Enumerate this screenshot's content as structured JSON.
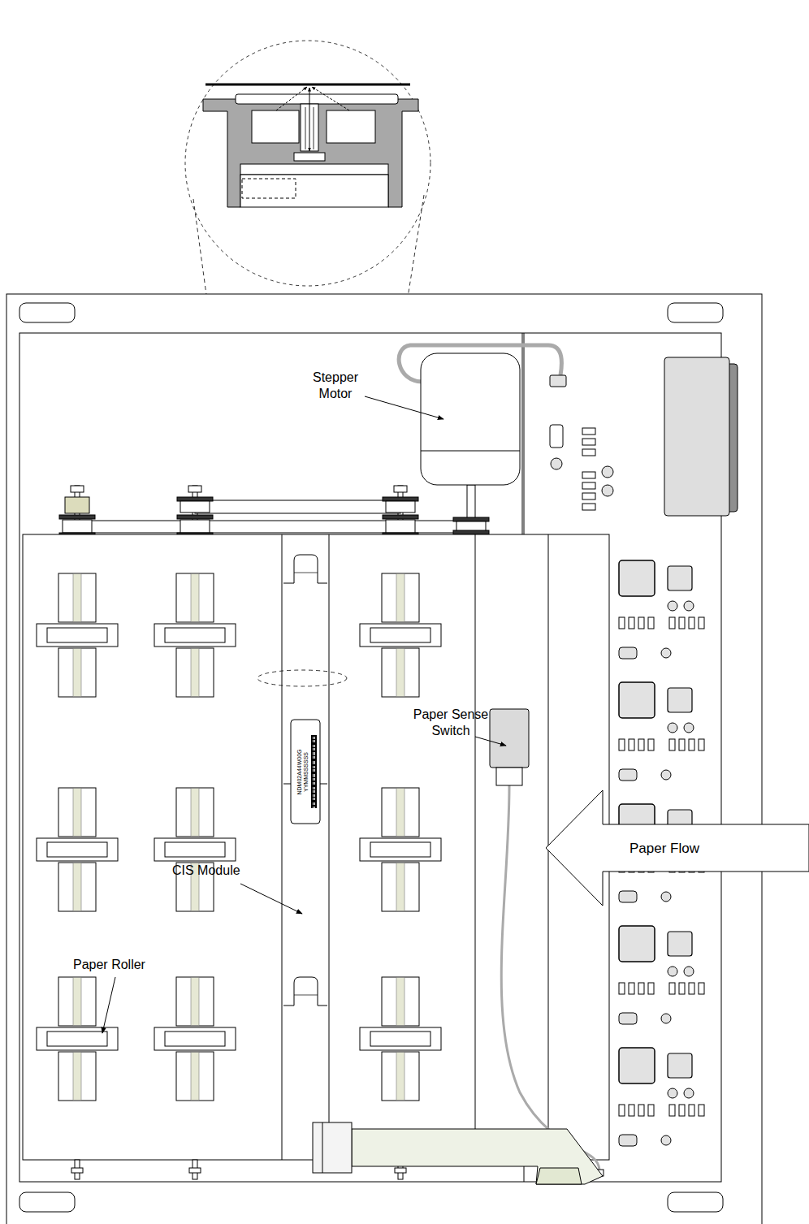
{
  "diagram": {
    "nodes": [
      {
        "text": [
          "Paper Flow"
        ]
      }
    ],
    "labels": [
      "Stepper Motor",
      "Paper Sense Switch",
      "CIS Module",
      "Paper Roller",
      "NDM02A44W00G",
      "YYMMSSSSSS"
    ]
  }
}
